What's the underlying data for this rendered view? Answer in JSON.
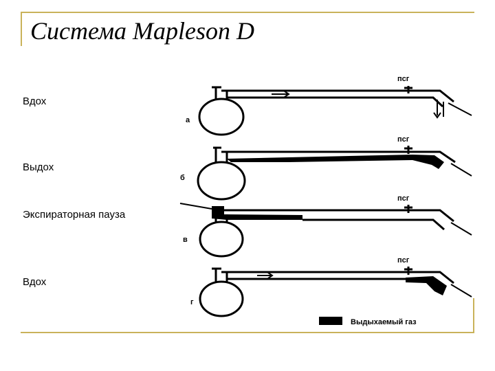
{
  "title": "Система Mapleson D",
  "phase_labels": [
    "Вдох",
    "Выдох",
    "Экспираторная пауза",
    "Вдох"
  ],
  "diagram": {
    "fresh_gas_label": "псг",
    "panel_letters": [
      "а",
      "б",
      "в",
      "г"
    ],
    "legend_text": "Выдыхаемый газ"
  },
  "colors": {
    "accent_rule": "#c9b25a",
    "ink": "#000000"
  }
}
